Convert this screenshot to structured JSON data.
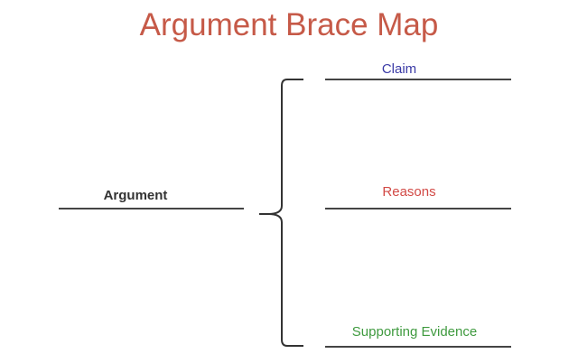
{
  "title": "Argument Brace Map",
  "whole": {
    "label": "Argument"
  },
  "parts": [
    {
      "label": "Claim",
      "color": "#3a3aa6"
    },
    {
      "label": "Reasons",
      "color": "#d24a46"
    },
    {
      "label": "Supporting Evidence",
      "color": "#3f9a3f"
    }
  ],
  "colors": {
    "title": "#c65a48",
    "lines": "#444444"
  }
}
